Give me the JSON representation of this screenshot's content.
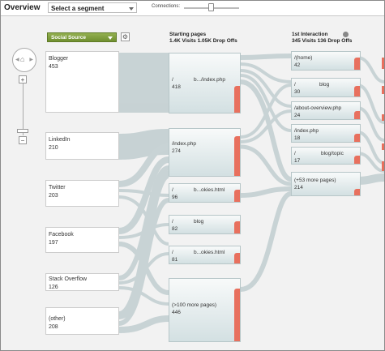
{
  "header": {
    "title": "Overview",
    "segment_label": "Select a segment",
    "connections_label": "Connections:"
  },
  "dimension_select": {
    "label": "Social Source"
  },
  "columns": {
    "starting": {
      "title": "Starting pages",
      "stats": "1.4K Visits 1.05K Drop Offs"
    },
    "first": {
      "title": "1st Interaction",
      "stats": "345 Visits 136 Drop Offs"
    }
  },
  "sources": [
    {
      "name": "Blogger",
      "value": "453"
    },
    {
      "name": "LinkedIn",
      "value": "210"
    },
    {
      "name": "Twitter",
      "value": "203"
    },
    {
      "name": "Facebook",
      "value": "197"
    },
    {
      "name": "Stack Overflow",
      "value": "126"
    },
    {
      "name": "(other)",
      "value": "208"
    }
  ],
  "starting_pages": [
    {
      "path": "/",
      "path2": "b.../index.php",
      "value": "418",
      "drop_fraction": 0.45
    },
    {
      "path": "/index.php",
      "path2": "",
      "value": "274",
      "drop_fraction": 0.85
    },
    {
      "path": "/",
      "path2": "b...okies.html",
      "value": "96",
      "drop_fraction": 0.7
    },
    {
      "path": "/",
      "path2": "blog",
      "value": "82",
      "drop_fraction": 0.7
    },
    {
      "path": "/",
      "path2": "b...okies.html",
      "value": "81",
      "drop_fraction": 0.6
    },
    {
      "path": "(>100 more pages)",
      "path2": "",
      "value": "446",
      "drop_fraction": 0.85
    }
  ],
  "first_interaction": [
    {
      "path": "/(home)",
      "path2": "",
      "value": "42",
      "drop_fraction": 0.7
    },
    {
      "path": "/",
      "path2": "blog",
      "value": "30",
      "drop_fraction": 0.6
    },
    {
      "path": "/about-overview.php",
      "path2": "",
      "value": "24",
      "drop_fraction": 0.5
    },
    {
      "path": "/index.php",
      "path2": "",
      "value": "18",
      "drop_fraction": 0.5
    },
    {
      "path": "/",
      "path2": "blog/topic",
      "value": "17",
      "drop_fraction": 0.5
    },
    {
      "path": "(+53 more pages)",
      "path2": "",
      "value": "214",
      "drop_fraction": 0.3
    }
  ],
  "colors": {
    "flow": "#c5d1d3",
    "drop": "#e8705e",
    "dimension": "#7f9d3c"
  },
  "icons": [
    "home-icon",
    "zoom-in-icon",
    "zoom-out-icon",
    "gear-icon",
    "info-icon",
    "chevron-down-icon"
  ]
}
